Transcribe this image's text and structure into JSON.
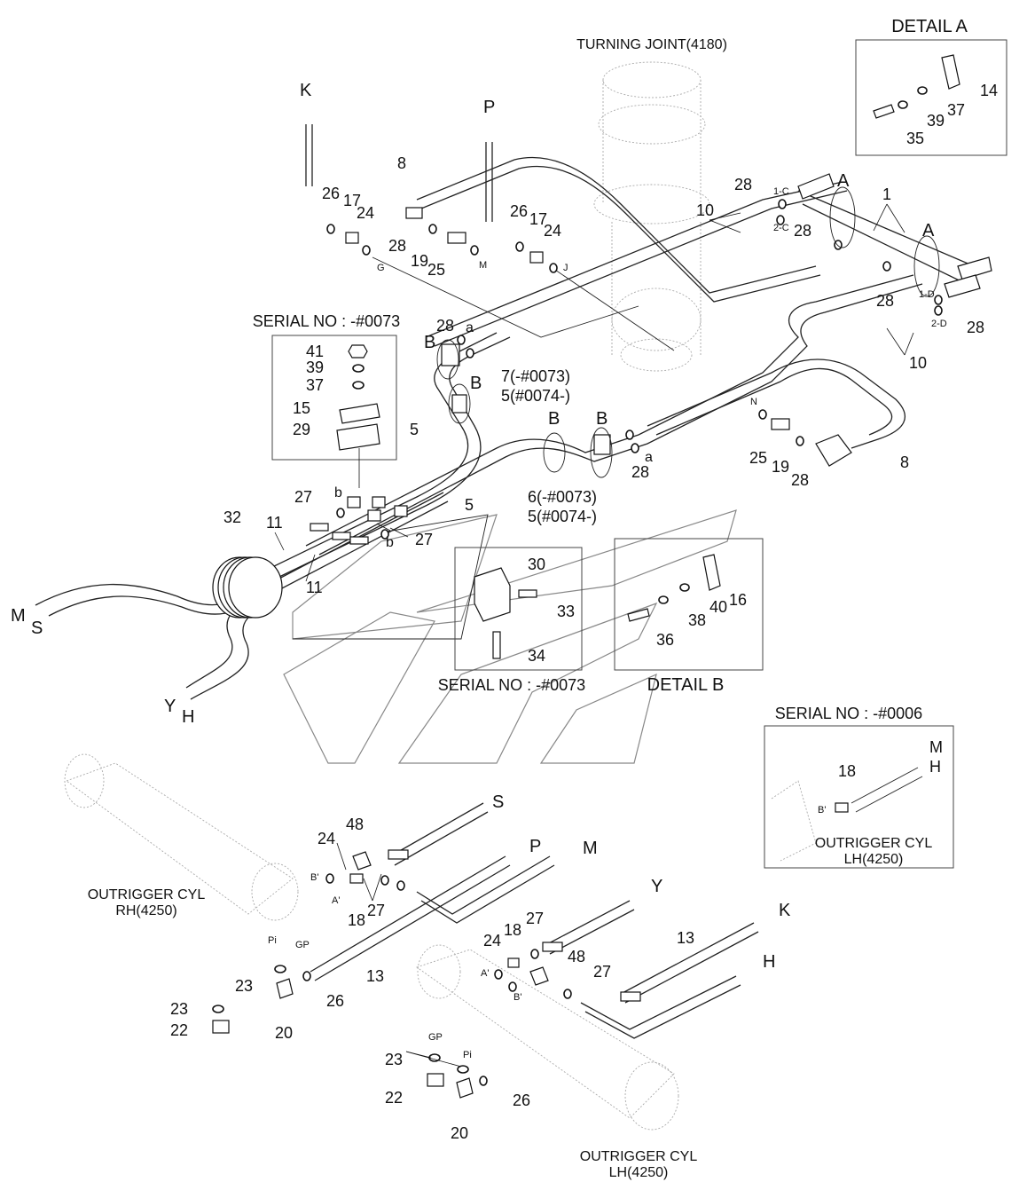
{
  "title": "TURNING JOINT(4180)",
  "detail_a": {
    "title": "DETAIL A",
    "labels": [
      "14",
      "37",
      "39",
      "35"
    ]
  },
  "serial_box_top": {
    "title": "SERIAL NO : -#0073",
    "labels": [
      "41",
      "39",
      "37",
      "15",
      "29"
    ]
  },
  "detail_b": {
    "title": "DETAIL B",
    "labels": [
      "16",
      "40",
      "38",
      "36"
    ]
  },
  "serial_box_mid": {
    "title": "SERIAL NO : -#0073",
    "labels": [
      "30",
      "33",
      "34"
    ]
  },
  "serial_box_right": {
    "title": "SERIAL NO : -#0006",
    "part": "18",
    "port": "B'",
    "caption_line1": "OUTRIGGER CYL",
    "caption_line2": "LH(4250)",
    "letters": [
      "M",
      "H"
    ]
  },
  "outrigger_rh": {
    "line1": "OUTRIGGER CYL",
    "line2": "RH(4250)"
  },
  "outrigger_lh": {
    "line1": "OUTRIGGER CYL",
    "line2": "LH(4250)"
  },
  "port_letters": {
    "K": "K",
    "P": "P",
    "M": "M",
    "S": "S",
    "Y": "Y",
    "H": "H",
    "A": "A",
    "B": "B",
    "a": "a",
    "b": "b",
    "G": "G",
    "J": "J",
    "N": "N",
    "c1": "1-C",
    "c2": "2-C",
    "d1": "1-D",
    "d2": "2-D",
    "Aprime": "A'",
    "Bprime": "B'",
    "Pi": "Pi",
    "GP": "GP"
  },
  "callouts": {
    "c1": "1",
    "c5a": "5",
    "c5b": "5",
    "c7": "7(-#0073)",
    "c5c": "5(#0074-)",
    "c6": "6(-#0073)",
    "c5d": "5(#0074-)",
    "c8a": "8",
    "c8b": "8",
    "c10a": "10",
    "c10b": "10",
    "c11a": "11",
    "c11b": "11",
    "c13a": "13",
    "c13b": "13",
    "c17a": "17",
    "c17b": "17",
    "c18a": "18",
    "c18b": "18",
    "c19a": "19",
    "c19b": "19",
    "c20a": "20",
    "c20b": "20",
    "c22a": "22",
    "c22b": "22",
    "c23a": "23",
    "c23b": "23",
    "c23c": "23",
    "c24a": "24",
    "c24b": "24",
    "c24c": "24",
    "c24d": "24",
    "c25a": "25",
    "c25b": "25",
    "c26a": "26",
    "c26b": "26",
    "c26c": "26",
    "c26d": "26",
    "c27a": "27",
    "c27b": "27",
    "c27c": "27",
    "c27d": "27",
    "c27e": "27",
    "c28a": "28",
    "c28b": "28",
    "c28c": "28",
    "c28d": "28",
    "c28e": "28",
    "c28f": "28",
    "c28g": "28",
    "c28h": "28",
    "c32": "32",
    "c48a": "48",
    "c48b": "48"
  }
}
